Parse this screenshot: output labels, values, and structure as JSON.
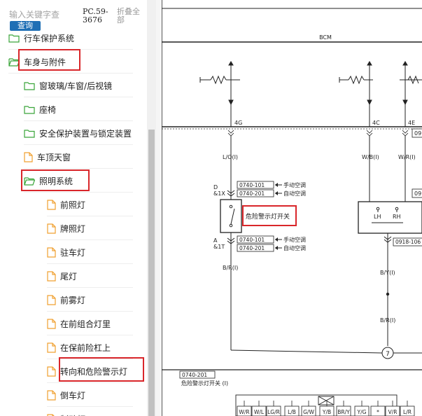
{
  "search": {
    "placeholder": "输入关键字查",
    "button": "查询"
  },
  "header": {
    "page_ref": "PC.59-3676",
    "collapse_all": "折叠全部"
  },
  "tree": {
    "items": [
      {
        "label": "行车保护系统",
        "kind": "folder"
      },
      {
        "label": "车身与附件",
        "kind": "folder-open"
      },
      {
        "label": "窗玻璃/车窗/后视镜",
        "kind": "folder"
      },
      {
        "label": "座椅",
        "kind": "folder"
      },
      {
        "label": "安全保护装置与锁定装置",
        "kind": "folder"
      },
      {
        "label": "车顶天窗",
        "kind": "page"
      },
      {
        "label": "照明系统",
        "kind": "folder-open"
      },
      {
        "label": "前照灯",
        "kind": "page"
      },
      {
        "label": "牌照灯",
        "kind": "page"
      },
      {
        "label": "驻车灯",
        "kind": "page"
      },
      {
        "label": "尾灯",
        "kind": "page"
      },
      {
        "label": "前雾灯",
        "kind": "page"
      },
      {
        "label": "在前组合灯里",
        "kind": "page"
      },
      {
        "label": "在保前险杠上",
        "kind": "page"
      },
      {
        "label": "转向和危险警示灯",
        "kind": "page"
      },
      {
        "label": "倒车灯",
        "kind": "page"
      },
      {
        "label": "制动灯",
        "kind": "page"
      }
    ]
  },
  "colors": {
    "accent": "#1f6fb5",
    "highlight": "#d9262a",
    "folder": "#3aa53a",
    "page": "#f0a030"
  },
  "diagram": {
    "bcm_label": "BCM",
    "pins": {
      "left": "4G",
      "mid": "4C",
      "right": "4E"
    },
    "pin_box_right": "09",
    "wires": {
      "left_top": "L/O(I)",
      "mid_top": "W/B(I)",
      "right_top": "W/R(I)",
      "left_bottom": "B/R(I)",
      "mid_bottom": "B/Y(I)",
      "bottom": "B/R(I)"
    },
    "switch_top_ref": "D\n&1X",
    "switch_top_ref_line1": "D",
    "switch_top_ref_line2": "&1X",
    "switch_bottom_ref_line1": "A",
    "switch_bottom_ref_line2": "&1T",
    "codes": {
      "c101": "0740-101",
      "c201": "0740-201",
      "right_code": "0918-106",
      "right_box": "09"
    },
    "ac_manual": "手动空调",
    "ac_auto": "自动空调",
    "switch_label": "危险警示灯开关",
    "relay": {
      "lh": "LH",
      "rh": "RH"
    },
    "node": "7",
    "bottom_code": "0740-201",
    "bottom_caption": "危险警示灯开关 (I)",
    "connector_pins": [
      "W/R",
      "W/L",
      "LG/R",
      "L/B",
      "G/W",
      "Y/B",
      "BR/Y",
      "Y/G",
      "*",
      "V/R",
      "L/R"
    ]
  }
}
